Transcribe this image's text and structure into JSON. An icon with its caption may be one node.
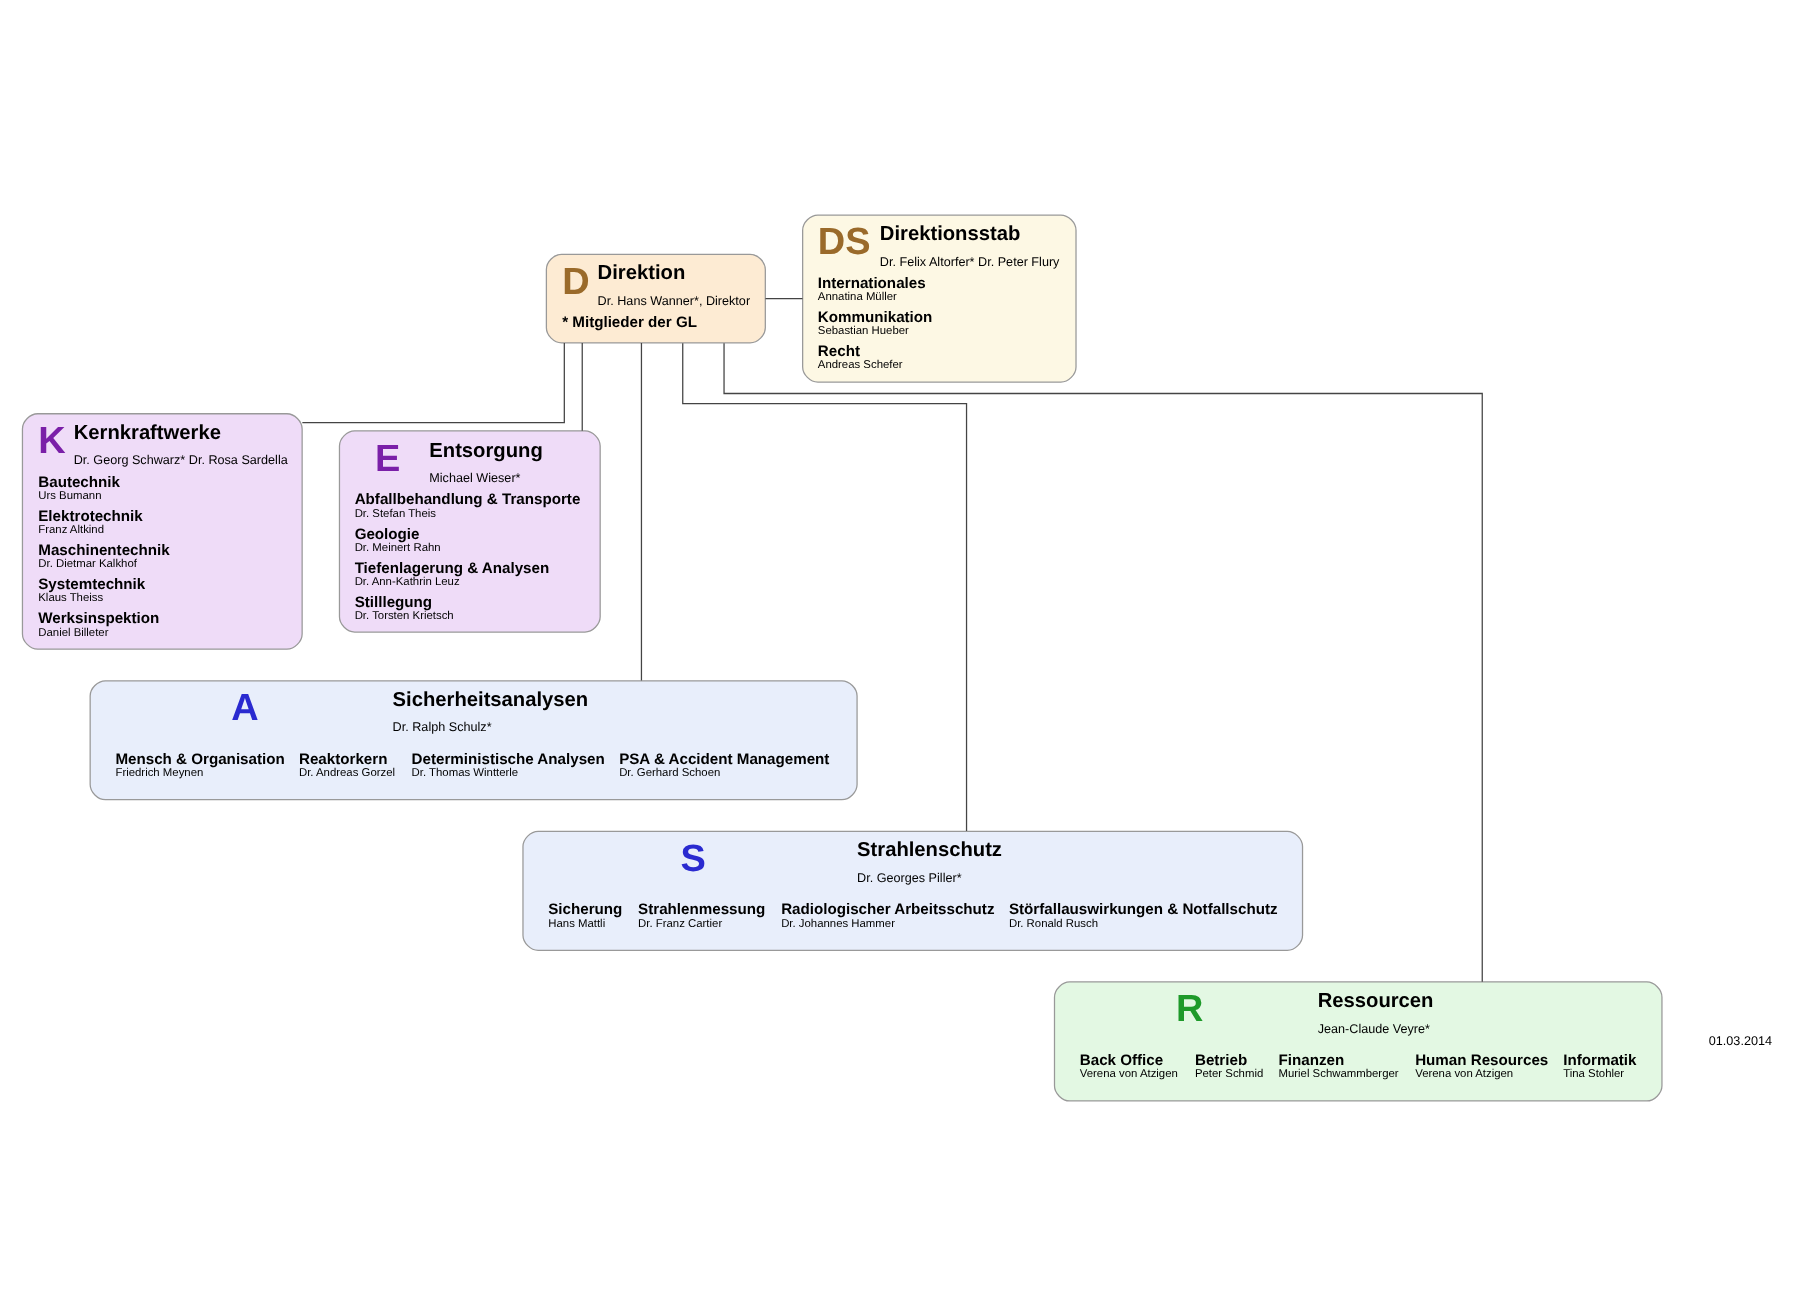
{
  "diagram": {
    "nodes": [
      {
        "text": [
          "D",
          "Direktion",
          "Dr. Hans Wanner*, Direktor",
          "* Mitglieder der GL"
        ]
      },
      {
        "text": [
          "DS",
          "Direktionsstab",
          "Dr. Felix Altorfer* Dr. Peter Flury",
          "Internationales",
          "Annatina Müller",
          "Kommunikation",
          "Sebastian Hueber",
          "Recht",
          "Andreas Schefer"
        ]
      },
      {
        "text": [
          "K",
          "Kernkraftwerke",
          "Dr. Georg Schwarz* Dr. Rosa Sardella",
          "Bautechnik",
          "Urs Bumann",
          "Elektrotechnik",
          "Franz Altkind",
          "Maschinentechnik",
          "Dr. Dietmar Kalkhof",
          "Systemtechnik",
          "Klaus Theiss",
          "Werksinspektion",
          "Daniel Billeter"
        ]
      },
      {
        "text": [
          "E",
          "Entsorgung",
          "Michael Wieser*",
          "Abfallbehandlung & Transporte",
          "Dr. Stefan Theis",
          "Geologie",
          "Dr. Meinert Rahn",
          "Tiefenlagerung & Analysen",
          "Dr. Ann-Kathrin Leuz",
          "Stilllegung",
          "Dr. Torsten Krietsch"
        ]
      },
      {
        "text": [
          "A",
          "Sicherheitsanalysen",
          "Dr. Ralph Schulz*",
          "Mensch & Organisation",
          "Friedrich Meynen",
          "Reaktorkern",
          "Dr. Andreas Gorzel",
          "Deterministische Analysen",
          "Dr. Thomas Wintterle",
          "PSA & Accident Management",
          "Dr. Gerhard Schoen"
        ]
      },
      {
        "text": [
          "S",
          "Strahlenschutz",
          "Dr. Georges Piller*",
          "Sicherung",
          "Hans Mattli",
          "Strahlenmessung",
          "Dr. Franz Cartier",
          "Radiologischer Arbeitsschutz",
          "Dr. Johannes Hammer",
          "Störfallauswirkungen & Notfallschutz",
          "Dr. Ronald Rusch"
        ]
      },
      {
        "text": [
          "R",
          "Ressourcen",
          "Jean-Claude Veyre*",
          "Back Office",
          "Verena von Atzigen",
          "Betrieb",
          "Peter Schmid",
          "Finanzen",
          "Muriel Schwammberger",
          "Human Resources",
          "Verena von Atzigen",
          "Informatik",
          "Tina Stohler"
        ]
      }
    ],
    "edges": [
      {
        "from": 0,
        "to": 1,
        "arrow": "none"
      },
      {
        "from": 0,
        "to": 2,
        "arrow": "none"
      },
      {
        "from": 0,
        "to": 3,
        "arrow": "none"
      },
      {
        "from": 0,
        "to": 4,
        "arrow": "none"
      },
      {
        "from": 0,
        "to": 5,
        "arrow": "none"
      },
      {
        "from": 0,
        "to": 6,
        "arrow": "none"
      }
    ],
    "labels": [
      "01.03.2014"
    ]
  }
}
